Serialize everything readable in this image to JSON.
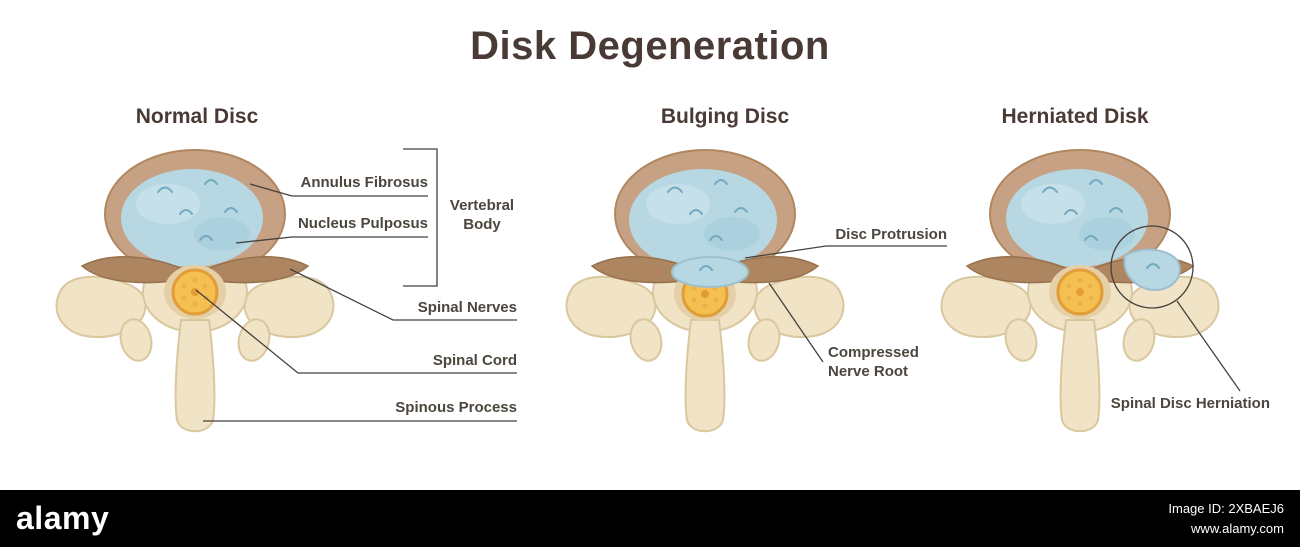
{
  "page": {
    "title": "Disk Degeneration"
  },
  "sections": [
    {
      "id": "normal",
      "title": "Normal Disc"
    },
    {
      "id": "bulging",
      "title": "Bulging Disc"
    },
    {
      "id": "herniated",
      "title": "Herniated Disk"
    }
  ],
  "labels": {
    "annulus_fibrosus": "Annulus Fibrosus",
    "nucleus_pulposus": "Nucleus Pulposus",
    "vertebral_body": "Vertebral Body",
    "spinal_nerves": "Spinal Nerves",
    "spinal_cord": "Spinal Cord",
    "spinous_process": "Spinous Process",
    "disc_protrusion": "Disc Protrusion",
    "compressed_nerve_root": "Compressed Nerve Root",
    "spinal_disc_herniation": "Spinal Disc Herniation"
  },
  "footer": {
    "brand": "alamy",
    "image_id": "Image ID: 2XBAEJ6",
    "website": "www.alamy.com"
  },
  "colors": {
    "title": "#4a3a35",
    "label": "#4c463e",
    "leader_line": "#46413a",
    "annulus": "#c7a183",
    "nucleus": "#b7d8e3",
    "bone": "#f1e4c6",
    "bone_outline": "#d9c79e",
    "process_brown": "#ad8560",
    "spinal_cord": "#f6c050",
    "cord_outline": "#e09d38",
    "footer_bg": "#000000",
    "footer_text": "#ffffff"
  }
}
